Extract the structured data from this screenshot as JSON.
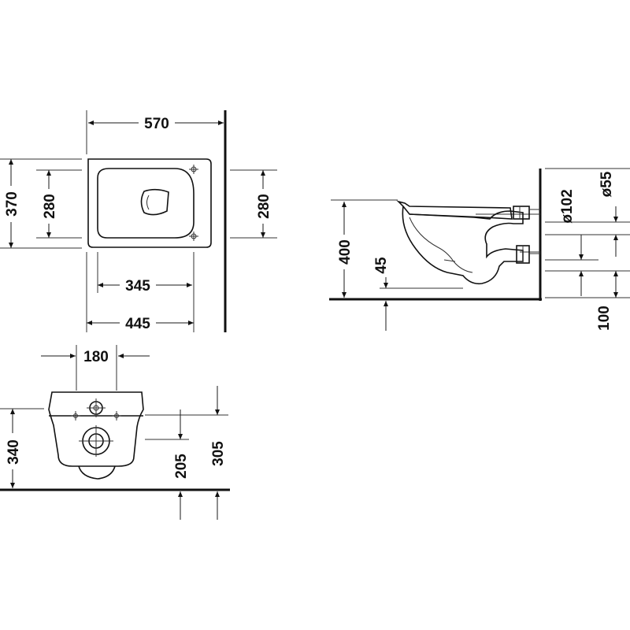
{
  "top_view": {
    "width_overall": "570",
    "depth_overall_left": "370",
    "seat_depth_left": "280",
    "seat_depth_right": "280",
    "bowl_length": "345",
    "projection": "445"
  },
  "side_view": {
    "rim_height": "400",
    "outlet_offset": "45",
    "inlet_diameter": "ø55",
    "outlet_diameter": "ø102",
    "floor_clearance": "100"
  },
  "front_view": {
    "fixing_spacing": "180",
    "overall_height": "340",
    "outlet_height": "205",
    "fixing_height": "305"
  },
  "colors": {
    "line": "#111111",
    "background": "#ffffff"
  }
}
